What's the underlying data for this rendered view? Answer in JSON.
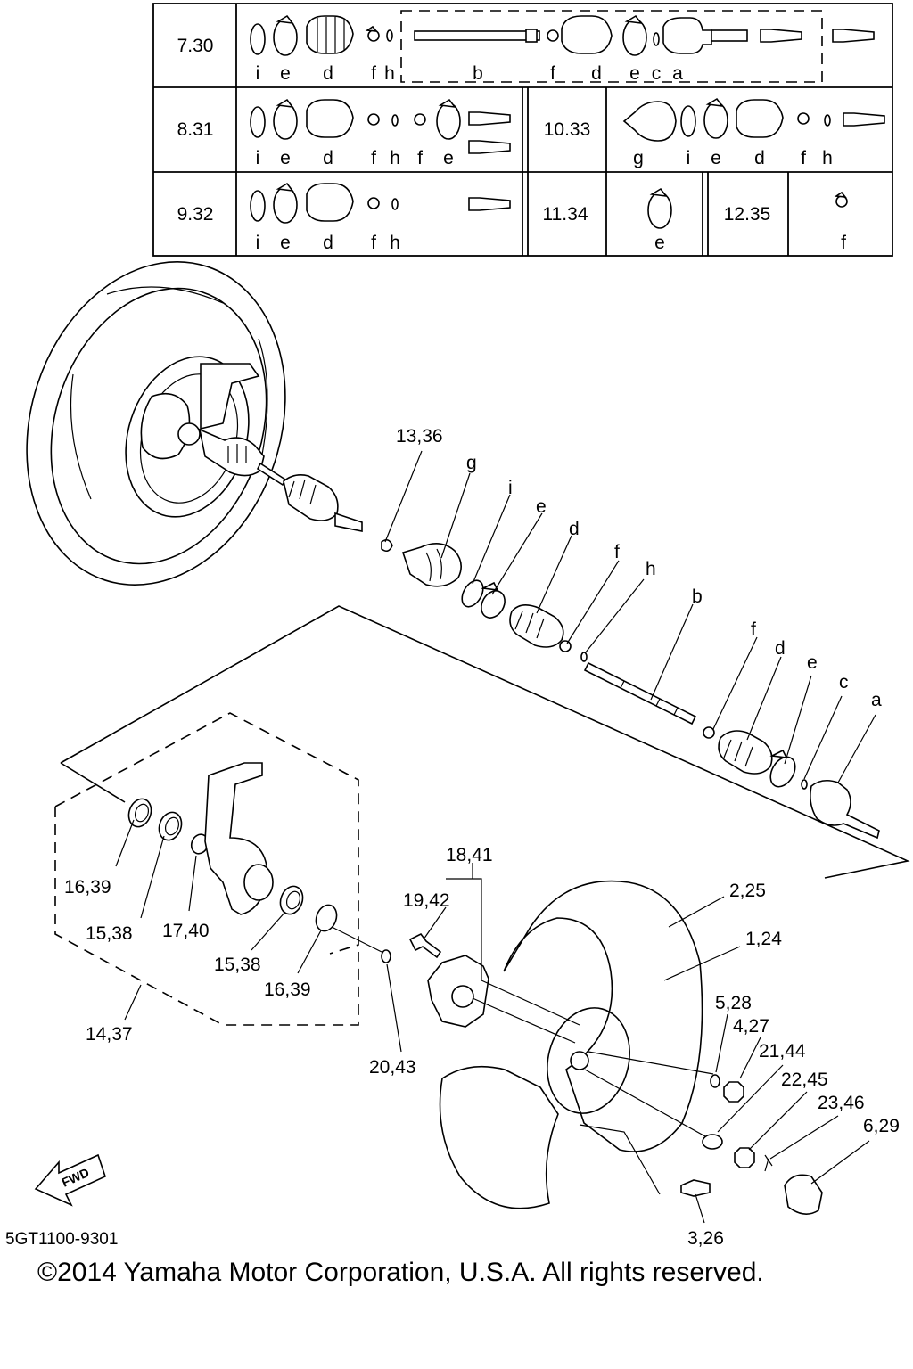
{
  "table": {
    "rows": [
      {
        "no": "7.30",
        "letters": [
          "i",
          "e",
          "d",
          "f",
          "h",
          "b",
          "f",
          "d",
          "e",
          "c",
          "a"
        ]
      },
      {
        "no": "8.31",
        "letters": [
          "i",
          "e",
          "d",
          "f",
          "h",
          "f",
          "e"
        ]
      },
      {
        "no": "10.33",
        "letters": [
          "g",
          "i",
          "e",
          "d",
          "f",
          "h"
        ]
      },
      {
        "no": "9.32",
        "letters": [
          "i",
          "e",
          "d",
          "f",
          "h"
        ]
      },
      {
        "no": "11.34",
        "letters": [
          "e"
        ]
      },
      {
        "no": "12.35",
        "letters": [
          "f"
        ]
      }
    ]
  },
  "callouts": {
    "c1336": "13,36",
    "g": "g",
    "i": "i",
    "e1": "e",
    "d1": "d",
    "f1": "f",
    "h": "h",
    "b": "b",
    "f2": "f",
    "d2": "d",
    "e2": "e",
    "c": "c",
    "a": "a",
    "c1841": "18,41",
    "c1942": "19,42",
    "c225": "2,25",
    "c124": "1,24",
    "c1639a": "16,39",
    "c1538a": "15,38",
    "c1740": "17,40",
    "c1538b": "15,38",
    "c1639b": "16,39",
    "c1437": "14,37",
    "c2043": "20,43",
    "c528": "5,28",
    "c427": "4,27",
    "c2144": "21,44",
    "c2245": "22,45",
    "c2346": "23,46",
    "c629": "6,29",
    "c326": "3,26"
  },
  "fwd_label": "FWD",
  "diagram_code": "5GT1100-9301",
  "copyright": "©2014 Yamaha Motor Corporation, U.S.A. All rights reserved."
}
